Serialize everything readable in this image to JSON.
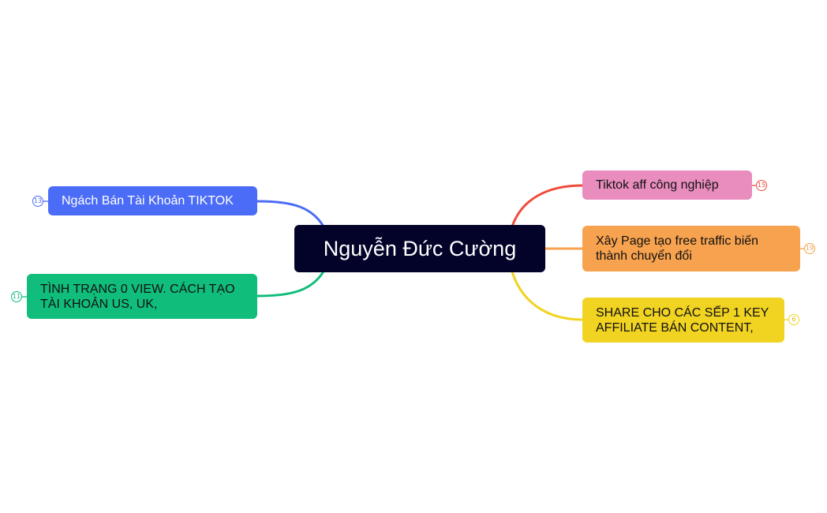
{
  "mindmap": {
    "root": {
      "label": "Nguyễn Đức Cường",
      "color": "#03032a"
    },
    "left_branches": [
      {
        "label": "Ngách Bán Tài Khoản TIKTOK",
        "color": "#4b6cf6",
        "text_color": "#ffffff",
        "badge": "13"
      },
      {
        "label_lines": [
          "TÌNH TRẠNG 0 VIEW. CÁCH TẠO",
          "TÀI KHOẢN US, UK,"
        ],
        "color": "#10bd7b",
        "text_color": "#111111",
        "badge": "11"
      }
    ],
    "right_branches": [
      {
        "label": "Tiktok aff công nghiệp",
        "color": "#e98cbe",
        "line_color": "#ef4c3c",
        "text_color": "#111111",
        "badge": "15"
      },
      {
        "label_lines": [
          "Xây Page tạo free traffic biến",
          "thành chuyển đổi"
        ],
        "color": "#f7a24e",
        "line_color": "#f7a24e",
        "text_color": "#111111",
        "badge": "19"
      },
      {
        "label_lines": [
          "SHARE CHO CÁC SẾP 1 KEY",
          "AFFILIATE BÁN CONTENT,"
        ],
        "color": "#f1d322",
        "line_color": "#f1d322",
        "text_color": "#111111",
        "badge": "6"
      }
    ]
  }
}
